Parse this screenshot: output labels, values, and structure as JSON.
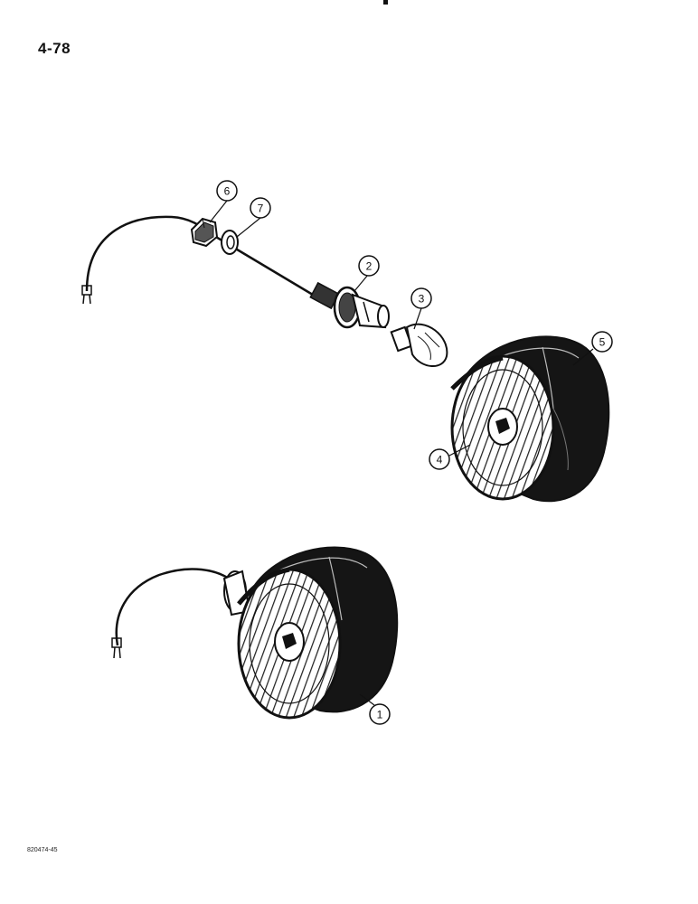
{
  "page_number": "4-78",
  "figure_code": "820474-45",
  "callouts": [
    "1",
    "2",
    "3",
    "4",
    "5",
    "6",
    "7"
  ],
  "colors": {
    "ink": "#111111",
    "paper": "#ffffff"
  }
}
